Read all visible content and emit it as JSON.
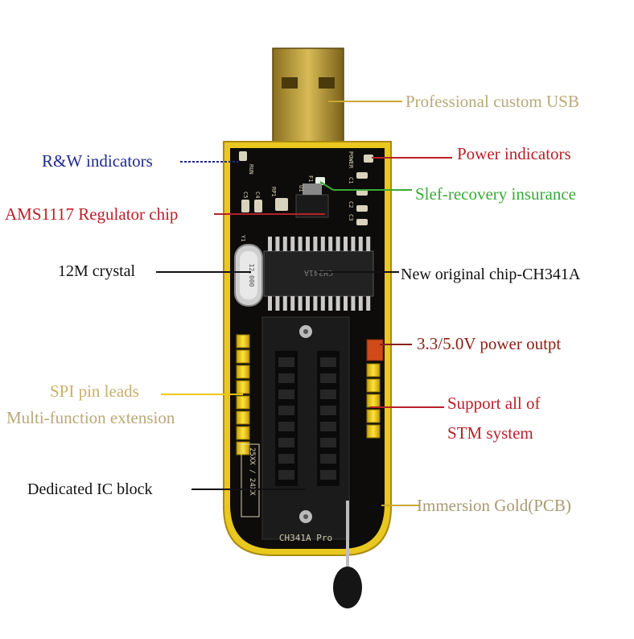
{
  "labels": {
    "usb": "Professional custom USB",
    "rw": "R&W indicators",
    "power_ind": "Power indicators",
    "regulator": "AMS1117 Regulator chip",
    "recovery": "Slef-recovery insurance",
    "crystal": "12M crystal",
    "chip": "New original chip-CH341A",
    "power_out": "3.3/5.0V power outpt",
    "spi": "SPI pin leads",
    "multi": "Multi-function extension",
    "stm1": "Support all of",
    "stm2": "STM system",
    "ic_block": "Dedicated IC block",
    "gold": "Immersion Gold(PCB)"
  },
  "board_text": {
    "model": "CH341A Pro",
    "run": "RUN",
    "power": "POWER",
    "crystal_mark": "12.000",
    "socket_mark": "25XX / 24XX",
    "chip_mark": "CH341A",
    "y1": "Y1",
    "c5": "C5",
    "c4": "C4",
    "rp1": "RP1",
    "u1": "U1",
    "f1": "F1",
    "c1": "C1",
    "c2": "C2",
    "c3": "C3"
  },
  "colors": {
    "gold": "#c8a832",
    "blue": "#1f2a8f",
    "red": "#b8202a",
    "green": "#3aaa35",
    "black": "#111111",
    "tan": "#b9a978",
    "pcb": "#0d0c0a"
  }
}
